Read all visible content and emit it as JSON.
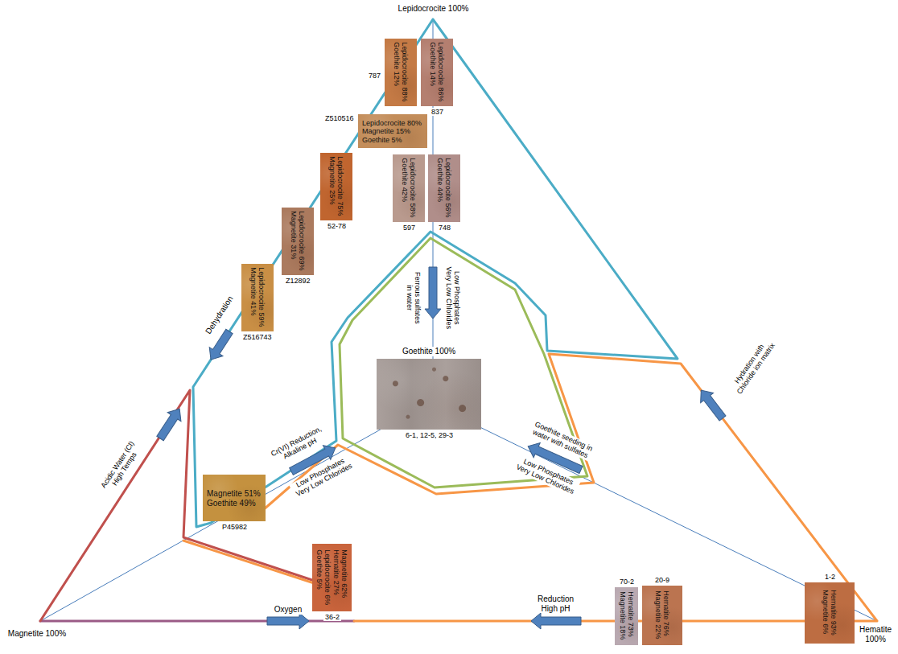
{
  "diagram": {
    "nodes": [
      {
        "text": [
          "Lepidocrocite 88% Goethite 12%",
          "787"
        ]
      },
      {
        "text": [
          "Lepidocrocite 86% Goethite 14%",
          "837"
        ]
      },
      {
        "text": [
          "Lepidocrocite 80% Magnetite 15% Goethite 5%",
          "Z510516"
        ]
      },
      {
        "text": [
          "Lepidocrocite 75% Magnetite 25%",
          "52-78"
        ]
      },
      {
        "text": [
          "Lepidocrocite 58% Goethite 42%",
          "597"
        ]
      },
      {
        "text": [
          "Lepidocrocite 56% Goethite 44%",
          "748"
        ]
      },
      {
        "text": [
          "Lepidocrocite 69% Magnetite 31%",
          "Z12892"
        ]
      },
      {
        "text": [
          "Lepidocrocite 59% Magnetite 41%",
          "Z516743"
        ]
      },
      {
        "text": [
          "Goethite 100%",
          "6-1, 12-5, 29-3"
        ]
      },
      {
        "text": [
          "Magnetite 51% Goethite 49%",
          "P45982"
        ]
      },
      {
        "text": [
          "Magnetite 62% Hematite 27% Lepidocrocite 6% Goethite 5%",
          "36-2"
        ]
      },
      {
        "text": [
          "Hematite 73% Magnetite 18%",
          "70-2"
        ]
      },
      {
        "text": [
          "Hematite 76% Magnetite 22%",
          "20-9"
        ]
      },
      {
        "text": [
          "Hematite 93% Magnetite 6%",
          "1-2"
        ]
      }
    ],
    "labels": [
      "Lepidocrocite 100%",
      "Dehydration",
      "Acidic Water (Cl) High Temps",
      "Ferrous sulfates in water",
      "Low Phosphates Very Low Chlorides",
      "Cr(VI) Reduction, Alkaline pH",
      "Low Phosphates Very Low Chlorides",
      "Goethite seeding in water with sulfates",
      "Low Phosphates Very Low Chlorides",
      "Hydration with Chloride ion matrix",
      "Magnetite 100%",
      "Oxygen",
      "Reduction High pH",
      "Hematite 100%"
    ]
  }
}
